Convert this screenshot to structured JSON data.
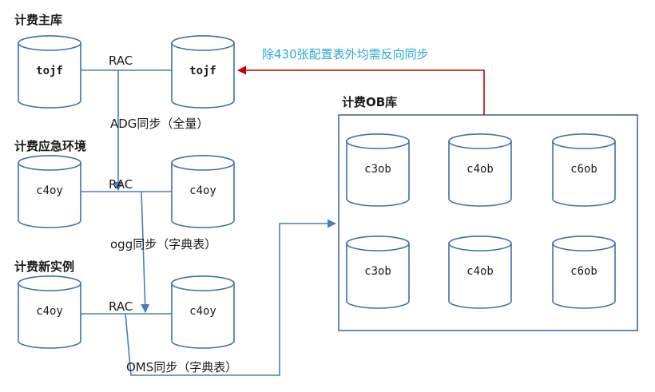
{
  "colors": {
    "cylinder_stroke": "#3f6faa",
    "blue_line": "#4a7ebb",
    "red_arrow": "#c00000",
    "note_text": "#2aa7d6",
    "box_border": "#3a5f96"
  },
  "sections": {
    "main": "计费主库",
    "emergency": "计费应急环境",
    "new_instance": "计费新实例",
    "ob": "计费OB库"
  },
  "databases": {
    "main_left": "tojf",
    "main_right": "tojf",
    "emergency_left": "c4oy",
    "emergency_right": "c4oy",
    "new_left": "c4oy",
    "new_right": "c4oy",
    "ob_1": "c3ob",
    "ob_2": "c4ob",
    "ob_3": "c6ob",
    "ob_4": "c3ob",
    "ob_5": "c4ob",
    "ob_6": "c6ob"
  },
  "links": {
    "rac_1": "RAC",
    "rac_2": "RAC",
    "rac_3": "RAC",
    "adg_sync": "ADG同步（全量）",
    "ogg_sync": "ogg同步（字典表）",
    "oms_sync": "OMS同步（字典表）",
    "reverse_sync_note": "除430张配置表外均需反向同步"
  }
}
